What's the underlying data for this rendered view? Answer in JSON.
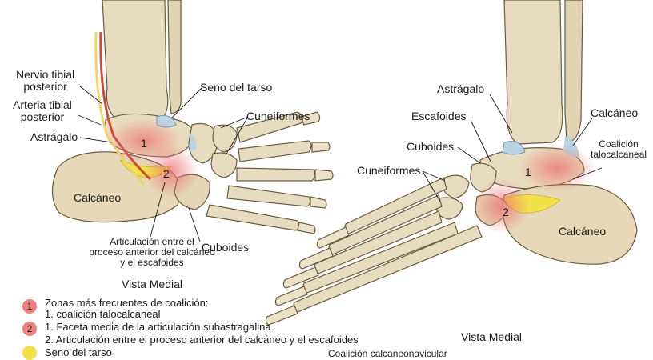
{
  "left_view": {
    "labels": {
      "nervio": "Nervio tibial\nposterior",
      "arteria": "Arteria tibial\nposterior",
      "astragalo": "Astrágalo",
      "seno": "Seno del tarso",
      "cuneiformes": "Cuneiformes",
      "calcaneo": "Calcáneo",
      "articulacion": "Articulación entre el\nproceso anterior del calcáneo\ny el escafoides",
      "cuboides": "Cuboides"
    },
    "markers": [
      "1",
      "2"
    ],
    "caption": "Vista Medial"
  },
  "right_view": {
    "labels": {
      "astragalo": "Astrágalo",
      "calcaneo_top": "Calcáneo",
      "escafoides": "Escafoides",
      "coalicion": "Coalición\ntalocalcaneal",
      "cuboides": "Cuboides",
      "cuneiformes": "Cuneiformes",
      "calcaneo": "Calcáneo"
    },
    "markers": [
      "1",
      "2"
    ],
    "caption": "Vista Medial",
    "subcaption": "Coalición calcaneonavicular"
  },
  "legend": {
    "item1_marker": "1",
    "item1_title": "Zonas más frecuentes de coalición:",
    "item1_detail": "1. coalición talocalcaneal",
    "item2_marker": "2",
    "item2_line1": "1.  Faceta media de la articulación subastragalina",
    "item2_line2": "2.  Articulación entre el proceso anterior del calcáneo y el escafoides",
    "item3_label": "Seno del tarso"
  },
  "colors": {
    "bone": "#e8dcc0",
    "bone_shade": "#cdbb95",
    "outline": "#6b5a3e",
    "cartilage": "#b9d3e2",
    "zone_red": "#f08080",
    "sinus_yellow": "#f2e24a",
    "nerve": "#f0d36a",
    "artery": "#d14a3a"
  }
}
